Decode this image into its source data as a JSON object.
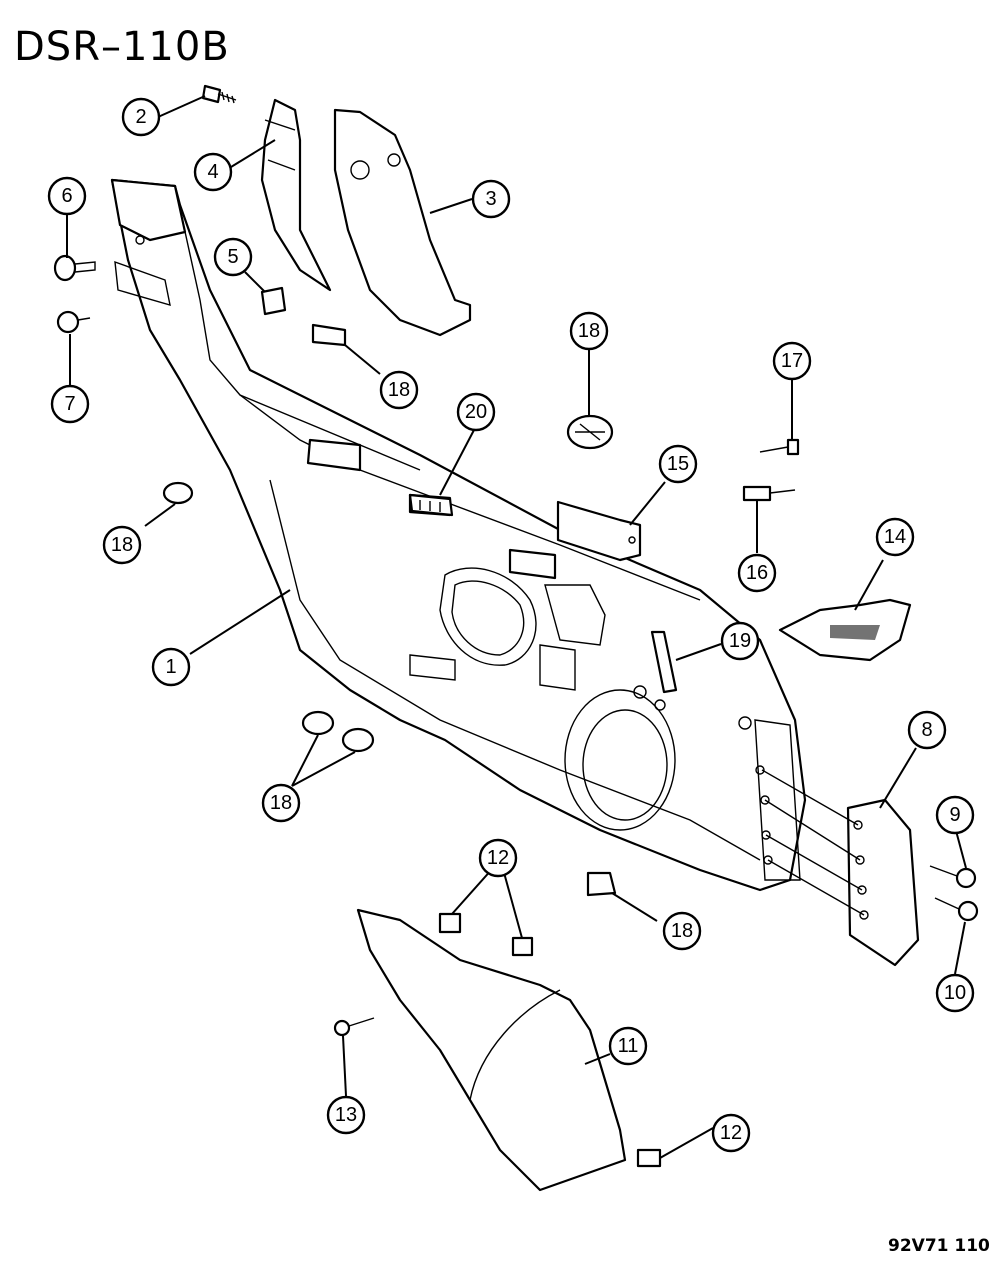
{
  "diagram": {
    "title": "DSR–110B",
    "figure_code": "92V71 110"
  },
  "callouts": [
    {
      "id": "c1",
      "label": "1"
    },
    {
      "id": "c2",
      "label": "2"
    },
    {
      "id": "c3",
      "label": "3"
    },
    {
      "id": "c4",
      "label": "4"
    },
    {
      "id": "c5",
      "label": "5"
    },
    {
      "id": "c6",
      "label": "6"
    },
    {
      "id": "c7",
      "label": "7"
    },
    {
      "id": "c8",
      "label": "8"
    },
    {
      "id": "c9",
      "label": "9"
    },
    {
      "id": "c10",
      "label": "10"
    },
    {
      "id": "c11",
      "label": "11"
    },
    {
      "id": "c12a",
      "label": "12"
    },
    {
      "id": "c12b",
      "label": "12"
    },
    {
      "id": "c13",
      "label": "13"
    },
    {
      "id": "c14",
      "label": "14"
    },
    {
      "id": "c15",
      "label": "15"
    },
    {
      "id": "c16",
      "label": "16"
    },
    {
      "id": "c17",
      "label": "17"
    },
    {
      "id": "c18a",
      "label": "18"
    },
    {
      "id": "c18b",
      "label": "18"
    },
    {
      "id": "c18c",
      "label": "18"
    },
    {
      "id": "c18d",
      "label": "18"
    },
    {
      "id": "c18e",
      "label": "18"
    },
    {
      "id": "c19",
      "label": "19"
    },
    {
      "id": "c20",
      "label": "20"
    }
  ]
}
